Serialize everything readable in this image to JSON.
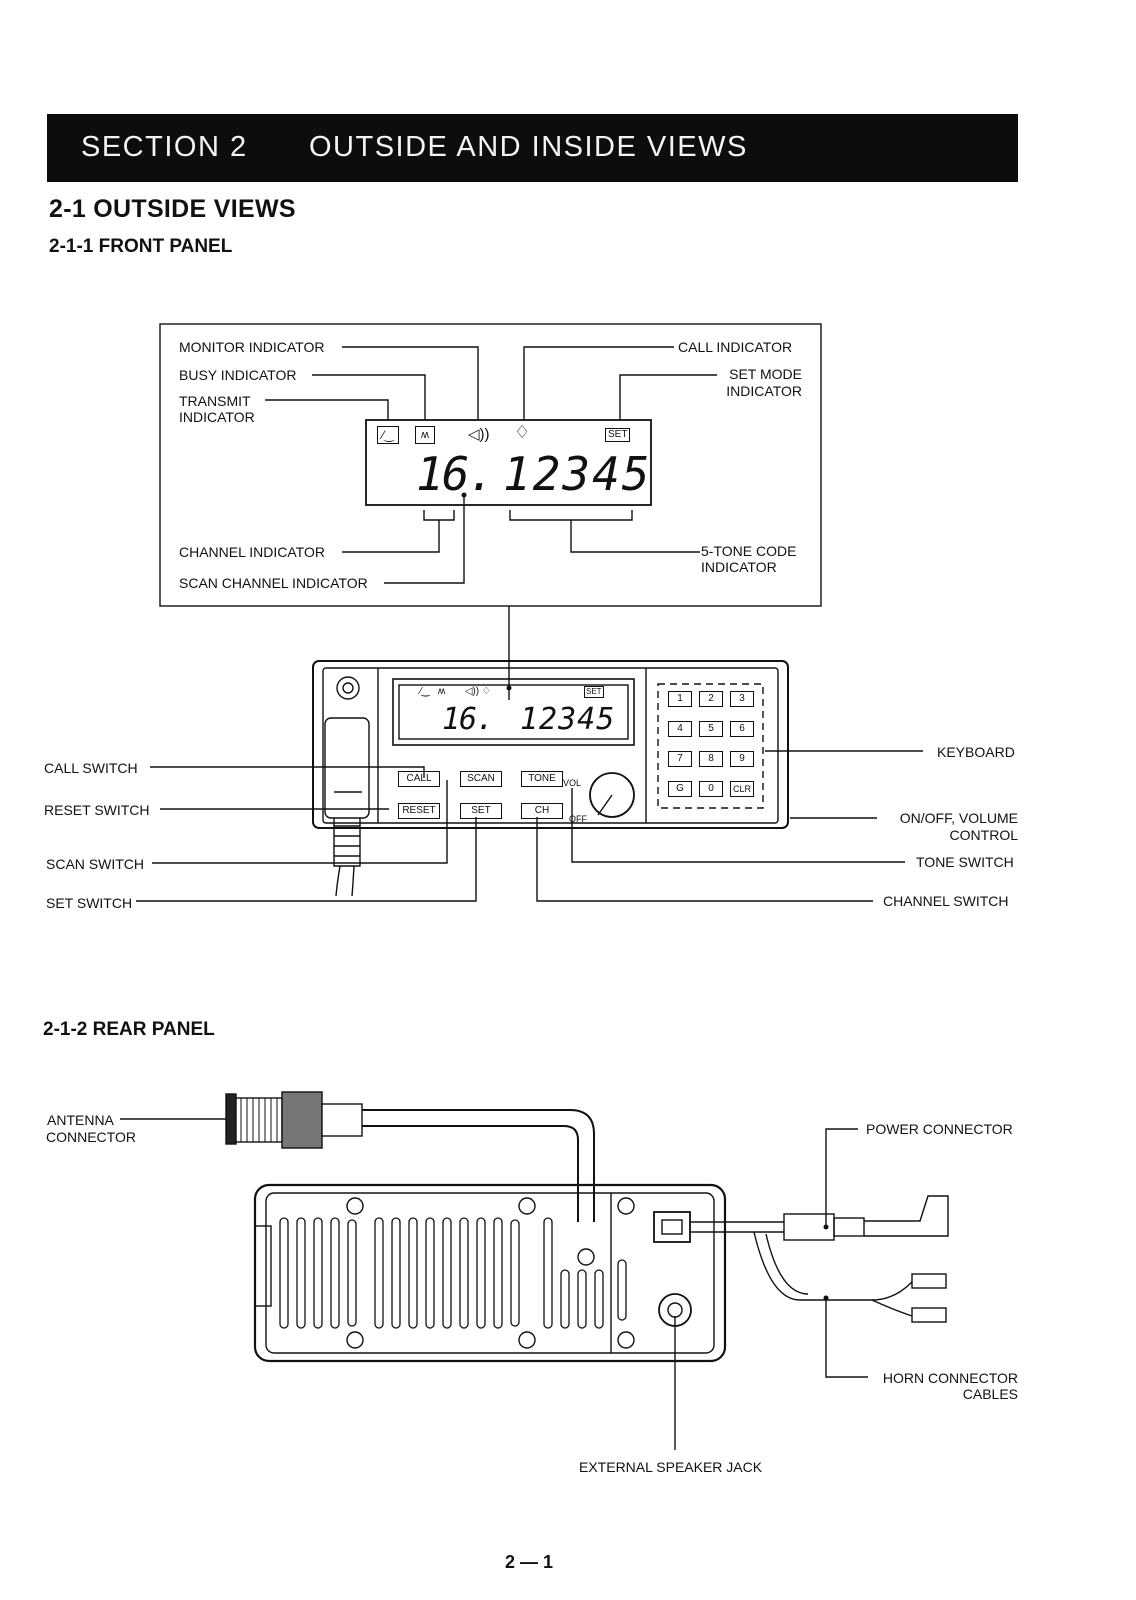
{
  "section": {
    "number": "SECTION 2",
    "title": "OUTSIDE AND INSIDE VIEWS"
  },
  "heading": "2-1 OUTSIDE VIEWS",
  "front_panel": {
    "heading": "2-1-1 FRONT PANEL",
    "display": {
      "channel": "16.",
      "code": "12345",
      "set_badge": "SET"
    },
    "callouts": {
      "monitor": "MONITOR INDICATOR",
      "busy": "BUSY INDICATOR",
      "transmit_1": "TRANSMIT",
      "transmit_2": "INDICATOR",
      "call_ind": "CALL INDICATOR",
      "setmode_1": "SET MODE",
      "setmode_2": "INDICATOR",
      "channel_ind": "CHANNEL INDICATOR",
      "scan_ch_ind": "SCAN CHANNEL INDICATOR",
      "tone_code_1": "5-TONE CODE",
      "tone_code_2": "INDICATOR",
      "call_switch": "CALL SWITCH",
      "reset_switch": "RESET SWITCH",
      "scan_switch": "SCAN SWITCH",
      "set_switch": "SET SWITCH",
      "keyboard": "KEYBOARD",
      "onoff_1": "ON/OFF, VOLUME",
      "onoff_2": "CONTROL",
      "tone_switch": "TONE SWITCH",
      "channel_switch": "CHANNEL SWITCH"
    },
    "buttons": {
      "call": "CALL",
      "scan": "SCAN",
      "tone": "TONE",
      "reset": "RESET",
      "set": "SET",
      "ch": "CH",
      "vol": "VOL",
      "off": "OFF"
    },
    "keys": [
      "1",
      "2",
      "3",
      "4",
      "5",
      "6",
      "7",
      "8",
      "9",
      "G",
      "0",
      "CLR"
    ]
  },
  "rear_panel": {
    "heading": "2-1-2 REAR PANEL",
    "callouts": {
      "antenna_1": "ANTENNA",
      "antenna_2": "CONNECTOR",
      "power": "POWER CONNECTOR",
      "horn_1": "HORN CONNECTOR",
      "horn_2": "CABLES",
      "speaker": "EXTERNAL SPEAKER JACK"
    }
  },
  "page_number": "2 — 1"
}
